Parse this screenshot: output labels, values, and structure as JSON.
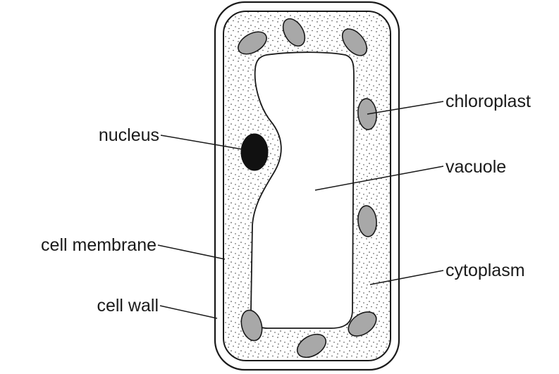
{
  "labels": {
    "nucleus": "nucleus",
    "cell_membrane": "cell membrane",
    "cell_wall": "cell wall",
    "chloroplast": "chloroplast",
    "vacuole": "vacuole",
    "cytoplasm": "cytoplasm"
  },
  "colors": {
    "outline": "#1a1a1a",
    "chloroplast_fill": "#a8a8a8",
    "nucleus_fill": "#111111",
    "background": "#ffffff"
  }
}
